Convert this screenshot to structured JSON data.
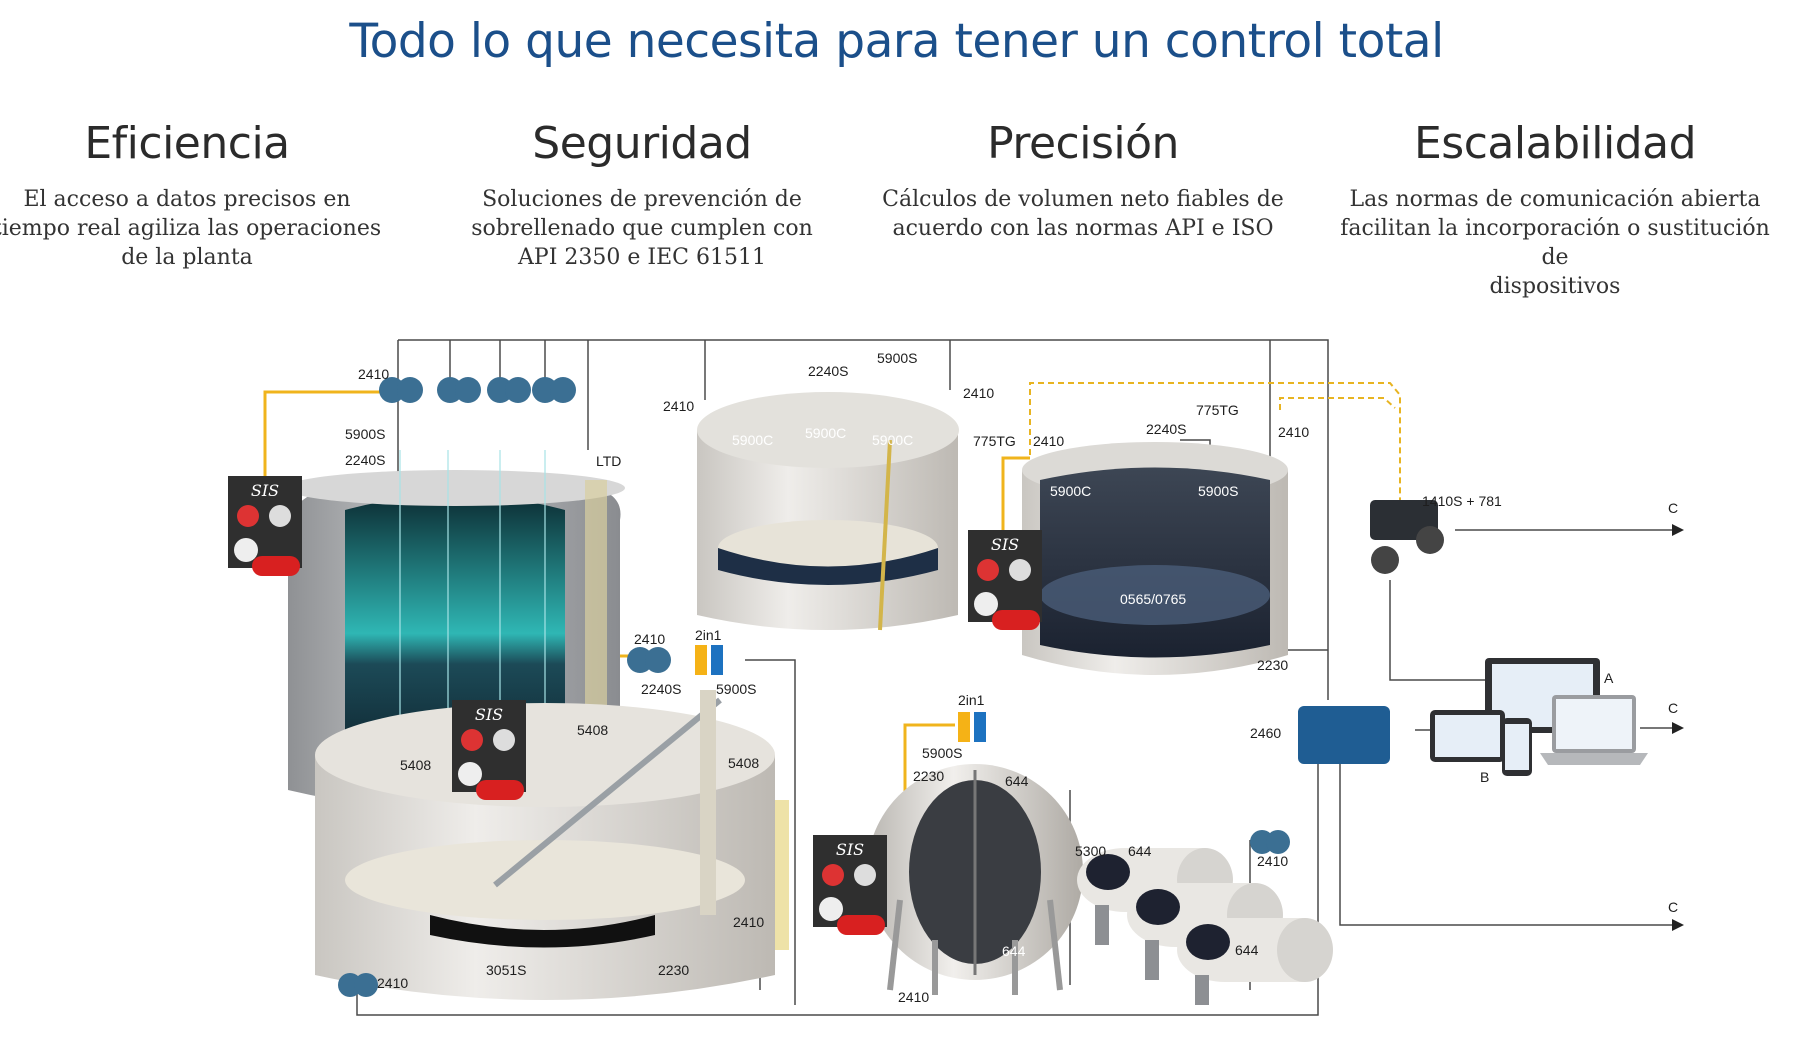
{
  "header": {
    "title": "Todo lo que necesita para tener un control total"
  },
  "columns": [
    {
      "heading": "Eficiencia",
      "lines": [
        "El acceso a datos precisos en",
        "tiempo real agiliza las operaciones",
        "de la planta"
      ]
    },
    {
      "heading": "Seguridad",
      "lines": [
        "Soluciones de prevención de",
        "sobrellenado que cumplen con",
        "API 2350 e IEC 61511"
      ]
    },
    {
      "heading": "Precisión",
      "lines": [
        "Cálculos de volumen neto fiables de",
        "acuerdo con las normas API e ISO"
      ]
    },
    {
      "heading": "Escalabilidad",
      "lines": [
        "Las normas de comunicación abierta",
        "facilitan la incorporación o sustitución de",
        "dispositivos"
      ]
    }
  ],
  "diagram": {
    "sis_label": "SIS",
    "labels": {
      "t1_2410": "2410",
      "t1_5900s": "5900S",
      "t1_2240s": "2240S",
      "t1_ltd": "LTD",
      "t2_2240s": "2240S",
      "t2_5900s": "5900S",
      "t2_2410_l": "2410",
      "t2_2410_r": "2410",
      "t2_5900c_a": "5900C",
      "t2_5900c_b": "5900C",
      "t2_5900c_c": "5900C",
      "t3_775tg_top": "775TG",
      "t3_775tg": "775TG",
      "t3_2410_a": "2410",
      "t3_2240s": "2240S",
      "t3_2410_b": "2410",
      "t3_5900c": "5900C",
      "t3_5900s": "5900S",
      "t3_0565": "0565/0765",
      "t3_2230": "2230",
      "w_1410s": "1410S + 781",
      "c1": "C",
      "c2": "C",
      "c3": "C",
      "a": "A",
      "b": "B",
      "gw_2460": "2460",
      "t4_2410": "2410",
      "t4_2in1": "2in1",
      "t4_2240s": "2240S",
      "t4_5900s": "5900S",
      "t4_5408_a": "5408",
      "t4_5408_b": "5408",
      "t4_5408_c": "5408",
      "t4_2410_r": "2410",
      "t4_3051s": "3051S",
      "t4_2230": "2230",
      "t4_2410_bl": "2410",
      "s_2in1": "2in1",
      "s_5900s": "5900S",
      "s_2230": "2230",
      "s_644": "644",
      "s_644_b": "644",
      "s_2410": "2410",
      "b_5300": "5300",
      "b_644": "644",
      "b_644_b": "644",
      "b_2410": "2410"
    }
  }
}
